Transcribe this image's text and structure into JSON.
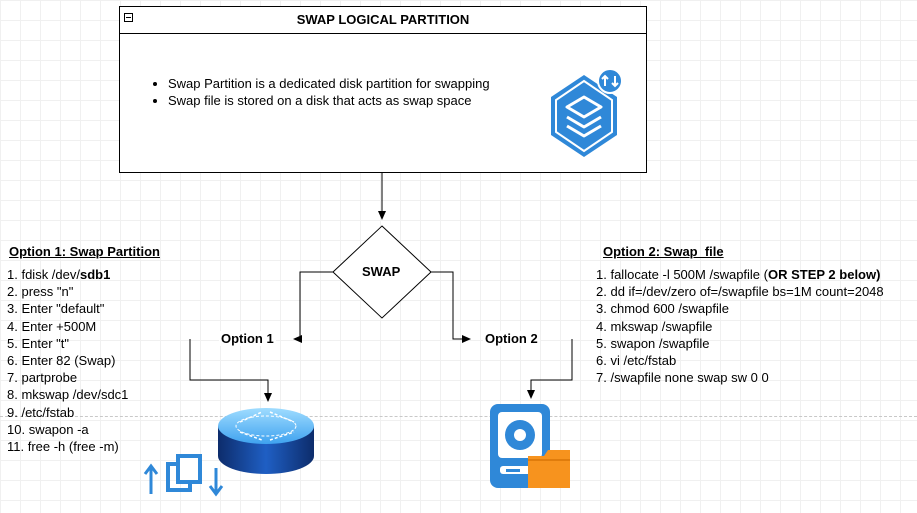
{
  "container": {
    "title": "SWAP LOGICAL PARTITION",
    "bullets": [
      "Swap Partition is a dedicated disk partition for swapping",
      "Swap file is stored on a disk that acts as swap space"
    ]
  },
  "decision": {
    "label": "SWAP"
  },
  "edges": {
    "left_label": "Option 1",
    "right_label": "Option 2"
  },
  "option1": {
    "title": "Option 1: Swap Partition",
    "steps": [
      {
        "num": "1.",
        "text": "fdisk /dev/",
        "bold": "sdb1"
      },
      {
        "num": "2.",
        "text": "press \"n\""
      },
      {
        "num": "3.",
        "text": "Enter \"default\""
      },
      {
        "num": "4.",
        "text": "Enter +500M"
      },
      {
        "num": "5.",
        "text": "Enter \"t\""
      },
      {
        "num": "6.",
        "text": "Enter 82 (Swap)"
      },
      {
        "num": "7.",
        "text": "partprobe"
      },
      {
        "num": "8.",
        "text": "mkswap /dev/sdc1"
      },
      {
        "num": "9.",
        "text": "/etc/fstab"
      },
      {
        "num": "10.",
        "text": "swapon -a"
      },
      {
        "num": "11.",
        "text": "free -h (free -m)"
      }
    ]
  },
  "option2": {
    "title": "Option 2: Swap_file",
    "steps": [
      {
        "num": "1.",
        "text": "fallocate -l 500M /swapfile (",
        "bold": "OR STEP 2 below)"
      },
      {
        "num": "2.",
        "text": "dd if=/dev/zero of=/swapfile bs=1M count=2048"
      },
      {
        "num": "3.",
        "text": "chmod 600 /swapfile"
      },
      {
        "num": "4.",
        "text": "mkswap /swapfile"
      },
      {
        "num": "5.",
        "text": "swapon /swapfile"
      },
      {
        "num": "6.",
        "text": "vi /etc/fstab"
      },
      {
        "num": "7.",
        "text": "/swapfile none swap sw 0 0"
      }
    ]
  },
  "icons": {
    "swap": "layers-swap-icon",
    "partition": "router-disk-icon",
    "copy": "copy-arrows-icon",
    "swapfile": "disk-folder-icon"
  },
  "colors": {
    "accent_blue": "#2f88d8",
    "folder_orange": "#f7931e",
    "disk_dark": "#10366e"
  }
}
